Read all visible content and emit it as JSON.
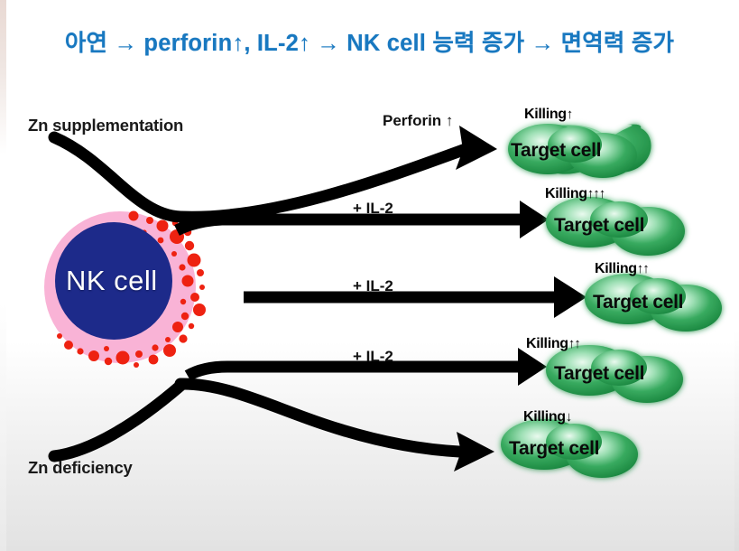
{
  "slide": {
    "title": "아연 → perforin↑, IL-2↑ → NK cell 능력 증가 → 면역력 증가",
    "title_color": "#1878c0",
    "background": "#ffffff"
  },
  "cells": {
    "nk_cell": {
      "label": "NK cell",
      "membrane_color": "#f9b3d6",
      "nucleus_color": "#1d2a8a",
      "granule_color": "#ee2211"
    },
    "target_cell_color": "#1f9a4a",
    "target_cell_label": "Target cell"
  },
  "sources": [
    {
      "label": "Zn supplementation"
    },
    {
      "label": "Zn deficiency"
    }
  ],
  "pathways": [
    {
      "id": "perforin",
      "mediator": "Perforin ↑",
      "killing_label": "Killing",
      "killing_arrows": "↑",
      "killing_level": 1,
      "target": "Target cell"
    },
    {
      "id": "il2-top",
      "mediator": "+ IL-2",
      "killing_label": "Killing",
      "killing_arrows": "↑↑↑",
      "killing_level": 3,
      "target": "Target cell"
    },
    {
      "id": "il2-mid",
      "mediator": "+ IL-2",
      "killing_label": "Killing",
      "killing_arrows": "↑↑",
      "killing_level": 2,
      "target": "Target cell"
    },
    {
      "id": "il2-low",
      "mediator": "+ IL-2",
      "killing_label": "Killing",
      "killing_arrows": "↑↑",
      "killing_level": 2,
      "target": "Target cell"
    },
    {
      "id": "deficiency",
      "mediator": "",
      "killing_label": "Killing",
      "killing_arrows": "↓",
      "killing_level": -1,
      "target": "Target cell"
    }
  ]
}
